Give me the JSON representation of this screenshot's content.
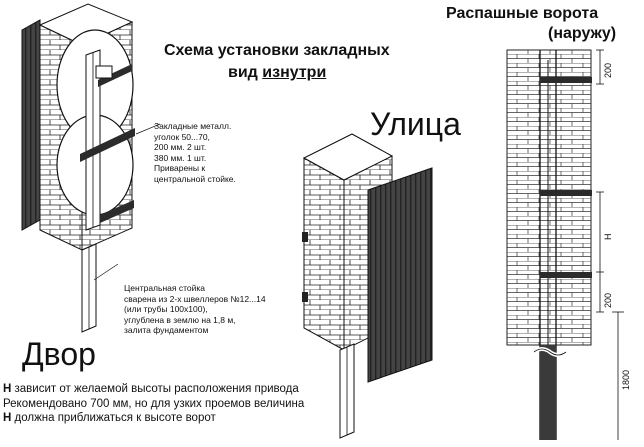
{
  "title_line1": "Схема установки закладных",
  "title_line2_prefix": "вид",
  "title_line2_emphasis": "изнутри",
  "gate_title_line1": "Распашные ворота",
  "gate_title_line2": "(наружу)",
  "street_label": "Улица",
  "yard_label": "Двор",
  "embedded_note": [
    "Закладные металл.",
    "уголок 50...70,",
    "200 мм. 2 шт.",
    "380 мм. 1 шт.",
    "Приварены к",
    "центральной стойке."
  ],
  "post_note": [
    "Центральная стойка",
    "сварена из 2-х швеллеров №12...14",
    "(или трубы 100х100),",
    "углублена в землю на 1,8 м,",
    "залита фундаментом"
  ],
  "bottom_note": {
    "line1_bold": "H",
    "line1_rest": " зависит от желаемой высоты расположения привода",
    "line2": "Рекомендовано 700 мм, но для узких проемов величина",
    "line3_bold": "H",
    "line3_rest": " должна приближаться к высоте ворот"
  },
  "dimensions": {
    "top": "200",
    "middle": "H",
    "lower": "200",
    "depth": "1800"
  },
  "colors": {
    "ink": "#111111",
    "brick_fill": "#ffffff",
    "steel": "#3a3a3a",
    "gate_leaf": "#3c3c3c"
  }
}
